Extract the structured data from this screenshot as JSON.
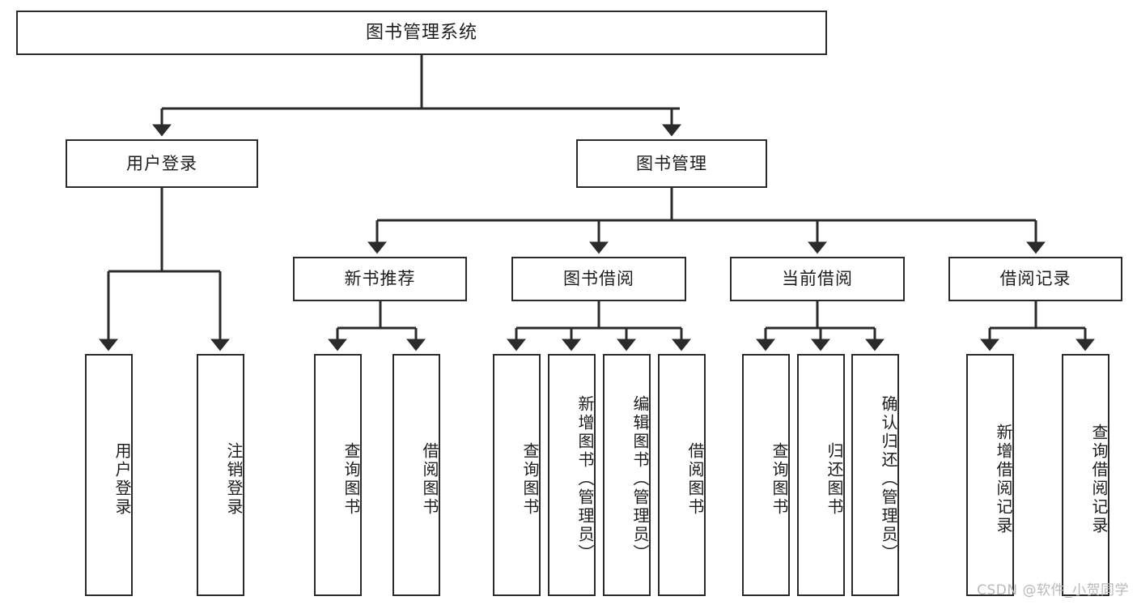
{
  "diagram": {
    "title": "图书管理系统",
    "type": "tree",
    "level1": {
      "label": "图书管理系统"
    },
    "level2": [
      {
        "label": "用户登录"
      },
      {
        "label": "图书管理"
      }
    ],
    "level3": [
      {
        "label": "新书推荐"
      },
      {
        "label": "图书借阅"
      },
      {
        "label": "当前借阅"
      },
      {
        "label": "借阅记录"
      }
    ],
    "leaves": {
      "user_login": [
        {
          "label": "用户登录"
        },
        {
          "label": "注销登录"
        }
      ],
      "new_book_recommend": [
        {
          "label": "查询图书"
        },
        {
          "label": "借阅图书"
        }
      ],
      "book_borrow": [
        {
          "label": "查询图书"
        },
        {
          "label": "新增图书（管理员）"
        },
        {
          "label": "编辑图书（管理员）"
        },
        {
          "label": "借阅图书"
        }
      ],
      "current_borrow": [
        {
          "label": "查询图书"
        },
        {
          "label": "归还图书"
        },
        {
          "label": "确认归还（管理员）"
        }
      ],
      "borrow_record": [
        {
          "label": "新增借阅记录"
        },
        {
          "label": "查询借阅记录"
        }
      ]
    }
  },
  "watermark": {
    "text": "CSDN @软件_小贺同学"
  },
  "colors": {
    "border": "#2b2b2b",
    "background": "#ffffff",
    "text": "#1d1d1d",
    "watermark": "#b9b9b9"
  }
}
